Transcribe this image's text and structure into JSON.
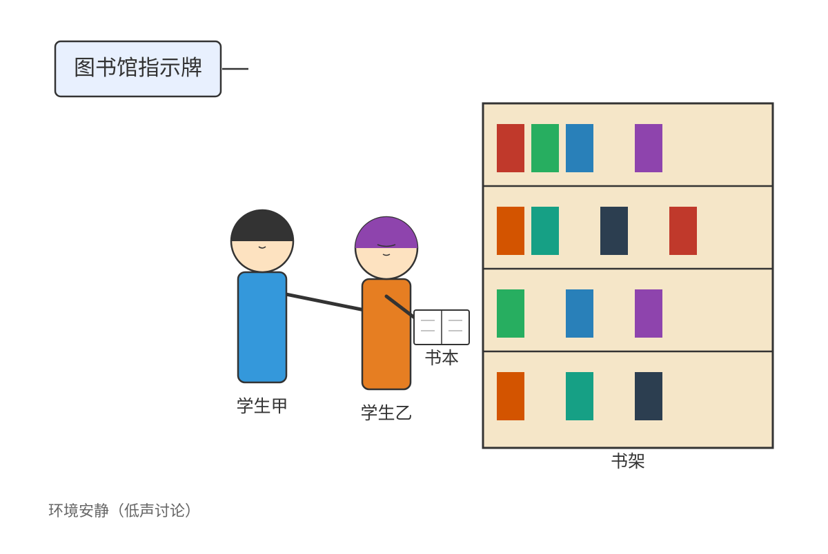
{
  "sign": {
    "label": "图书馆指示牌"
  },
  "students": {
    "a": {
      "label": "学生甲",
      "body_color": "#3498db",
      "hair_color": "#333333"
    },
    "b": {
      "label": "学生乙",
      "body_color": "#e67e22",
      "hair_color": "#8e44ad"
    }
  },
  "book": {
    "label": "书本"
  },
  "shelf": {
    "label": "书架",
    "frame_color": "#333333",
    "fill_color": "#f5e6c8",
    "rows": [
      [
        "#c0392b",
        "#27ae60",
        "#2980b9",
        "",
        "#8e44ad"
      ],
      [
        "#d35400",
        "#16a085",
        "",
        "#2c3e50",
        "",
        "#c0392b"
      ],
      [
        "#27ae60",
        "",
        "#2980b9",
        "",
        "#8e44ad"
      ],
      [
        "#d35400",
        "",
        "#16a085",
        "",
        "#2c3e50"
      ]
    ]
  },
  "footer": {
    "note": "环境安静（低声讨论）"
  },
  "colors": {
    "skin": "#fde2c0",
    "outline": "#333333",
    "sign_fill": "#e8f0fe",
    "text": "#333333",
    "footer_text": "#666666"
  }
}
